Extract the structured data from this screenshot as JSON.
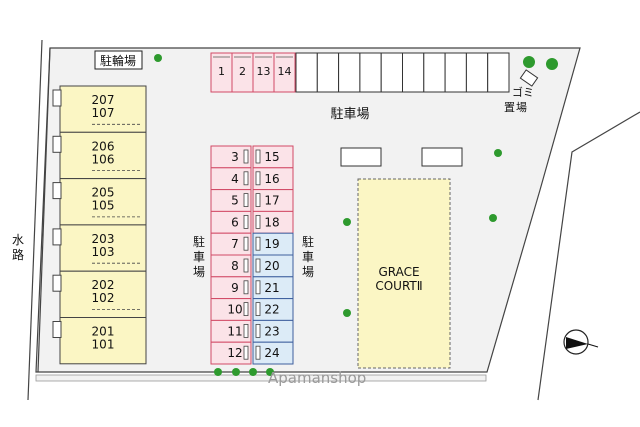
{
  "labels": {
    "bicycle_parking": "駐輪場",
    "parking_main": "駐車場",
    "parking_left": [
      "駐",
      "車",
      "場"
    ],
    "parking_right": [
      "駐",
      "車",
      "場"
    ],
    "waterway": [
      "水",
      "路"
    ],
    "garbage": [
      "ゴ",
      "ミ",
      "置",
      "場"
    ],
    "building_name": "GRACE",
    "building_name2": "COURTⅡ",
    "watermark": "Apamanshop"
  },
  "units": [
    {
      "upper": "207",
      "lower": "107"
    },
    {
      "upper": "206",
      "lower": "106"
    },
    {
      "upper": "205",
      "lower": "105"
    },
    {
      "upper": "203",
      "lower": "103"
    },
    {
      "upper": "202",
      "lower": "102"
    },
    {
      "upper": "201",
      "lower": "101"
    }
  ],
  "top_spaces": [
    "1",
    "2",
    "13",
    "14"
  ],
  "left_spaces": [
    "3",
    "4",
    "5",
    "6",
    "7",
    "8",
    "9",
    "10",
    "11",
    "12"
  ],
  "right_spaces": [
    "15",
    "16",
    "17",
    "18",
    "19",
    "20",
    "21",
    "22",
    "23",
    "24"
  ],
  "colors": {
    "ground": "#f2f2f2",
    "building": "#fbf6c4",
    "parking_pink": "#fbe3e8",
    "parking_pink_border": "#d24a66",
    "parking_blue": "#dcebf7",
    "parking_blue_border": "#3e5f9e",
    "tree": "#2e9a2e"
  }
}
